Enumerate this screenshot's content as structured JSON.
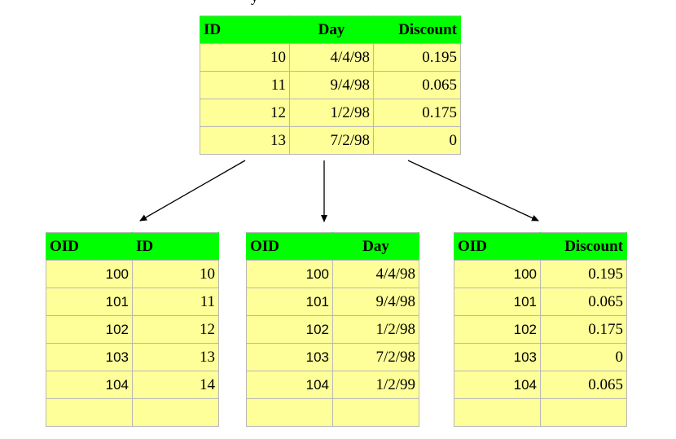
{
  "top_fragment": "y",
  "main_table": {
    "headers": [
      "ID",
      "Day",
      "Discount"
    ],
    "rows": [
      [
        "10",
        "4/4/98",
        "0.195"
      ],
      [
        "11",
        "9/4/98",
        "0.065"
      ],
      [
        "12",
        "1/2/98",
        "0.175"
      ],
      [
        "13",
        "7/2/98",
        "0"
      ]
    ]
  },
  "table_a": {
    "headers": [
      "OID",
      "ID"
    ],
    "rows": [
      [
        "100",
        "10"
      ],
      [
        "101",
        "11"
      ],
      [
        "102",
        "12"
      ],
      [
        "103",
        "13"
      ],
      [
        "104",
        "14"
      ]
    ]
  },
  "table_b": {
    "headers": [
      "OID",
      "Day"
    ],
    "rows": [
      [
        "100",
        "4/4/98"
      ],
      [
        "101",
        "9/4/98"
      ],
      [
        "102",
        "1/2/98"
      ],
      [
        "103",
        "7/2/98"
      ],
      [
        "104",
        "1/2/99"
      ]
    ]
  },
  "table_c": {
    "headers": [
      "OID",
      "Discount"
    ],
    "rows": [
      [
        "100",
        "0.195"
      ],
      [
        "101",
        "0.065"
      ],
      [
        "102",
        "0.175"
      ],
      [
        "103",
        "0"
      ],
      [
        "104",
        "0.065"
      ]
    ]
  },
  "colors": {
    "header_bg": "#00ff00",
    "cell_bg": "#ffff99",
    "border": "#b8b8b8",
    "arrow": "#000000"
  }
}
